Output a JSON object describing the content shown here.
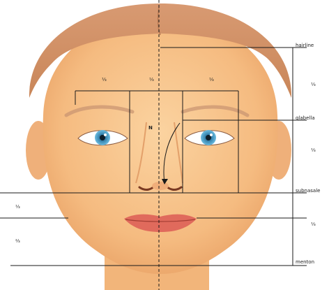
{
  "labels": {
    "hairline": "hairline",
    "glabella": "glabella",
    "subnasale": "subnasale",
    "menton": "menton"
  },
  "fractions": {
    "upper_left": "⅓",
    "upper_center": "⅓",
    "upper_right": "⅓",
    "right_upper": "⅓",
    "right_middle": "⅓",
    "right_lower": "⅓",
    "left_upper_lip": "⅓",
    "left_lower": "⅔",
    "nose": "N"
  },
  "colors": {
    "skin": "#f6c089",
    "skin_shadow": "#e8a466",
    "hair": "#d49468",
    "lips": "#e06a5c",
    "iris": "#4a9ec4",
    "lines": "#1a1a1a"
  }
}
